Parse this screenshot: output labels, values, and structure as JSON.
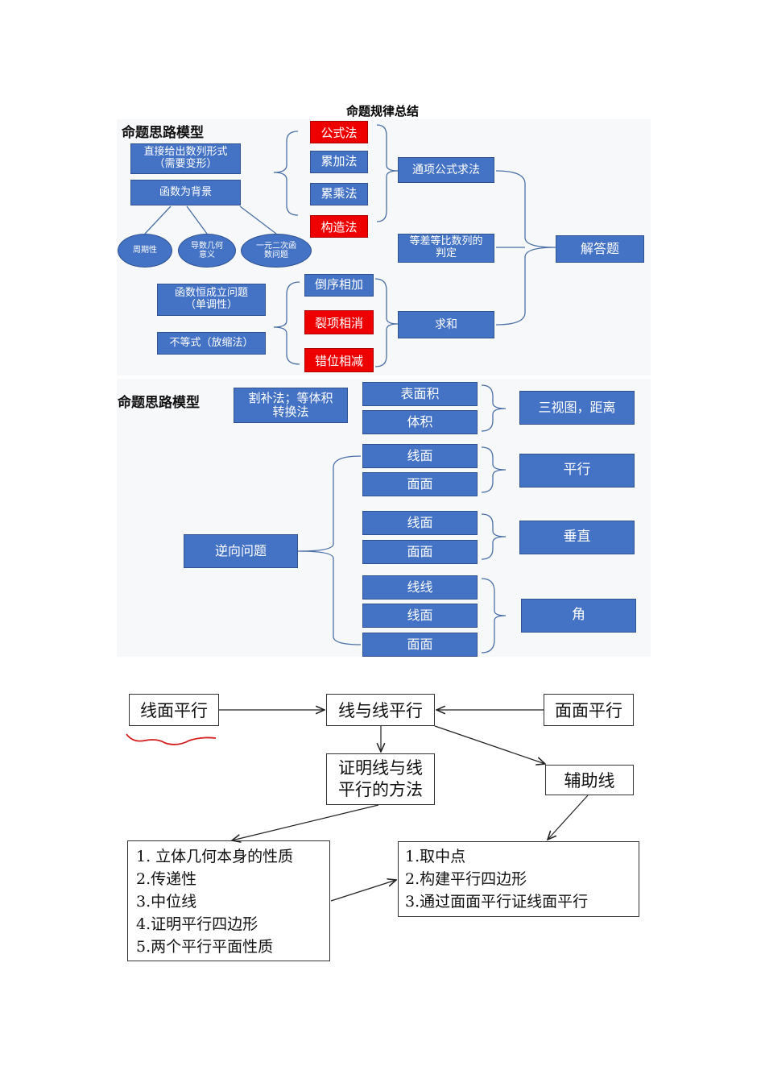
{
  "title": "命题规律总结",
  "section1": {
    "header": "命题思路模型",
    "left_boxes": [
      "直接给出数列形式（需要变形）",
      "函数为背景"
    ],
    "ovals": [
      "周期性",
      "导数几何意义",
      "一元二次函数问题"
    ],
    "left_boxes2": [
      "函数恒成立问题（单调性）",
      "不等式（放缩法）"
    ],
    "methods_top": [
      "公式法",
      "累加法",
      "累乘法",
      "构造法"
    ],
    "methods_bottom": [
      "倒序相加",
      "裂项相消",
      "错位相减"
    ],
    "mid_boxes": [
      "通项公式求法",
      "等差等比数列的判定",
      "求和"
    ],
    "final": "解答题"
  },
  "section2": {
    "header": "命题思路模型",
    "top_left": "割补法；等体积转换法",
    "top_pair": [
      "表面积",
      "体积"
    ],
    "top_right": "三视图，距离",
    "left": "逆向问题",
    "groups": [
      {
        "items": [
          "线面",
          "面面"
        ],
        "label": "平行"
      },
      {
        "items": [
          "线面",
          "面面"
        ],
        "label": "垂直"
      },
      {
        "items": [
          "线线",
          "线面",
          "面面"
        ],
        "label": "角"
      }
    ]
  },
  "section3": {
    "left_top": "线面平行",
    "center_top": "线与线平行",
    "right_top": "面面平行",
    "method": "证明线与线平行的方法",
    "aux": "辅助线",
    "list_left": [
      "1. 立体几何本身的性质",
      "2.传递性",
      "3.中位线",
      "4.证明平行四边形",
      "5.两个平行平面性质"
    ],
    "list_right": [
      "1.取中点",
      "2.构建平行四边形",
      "3.通过面面平行证线面平行"
    ]
  }
}
